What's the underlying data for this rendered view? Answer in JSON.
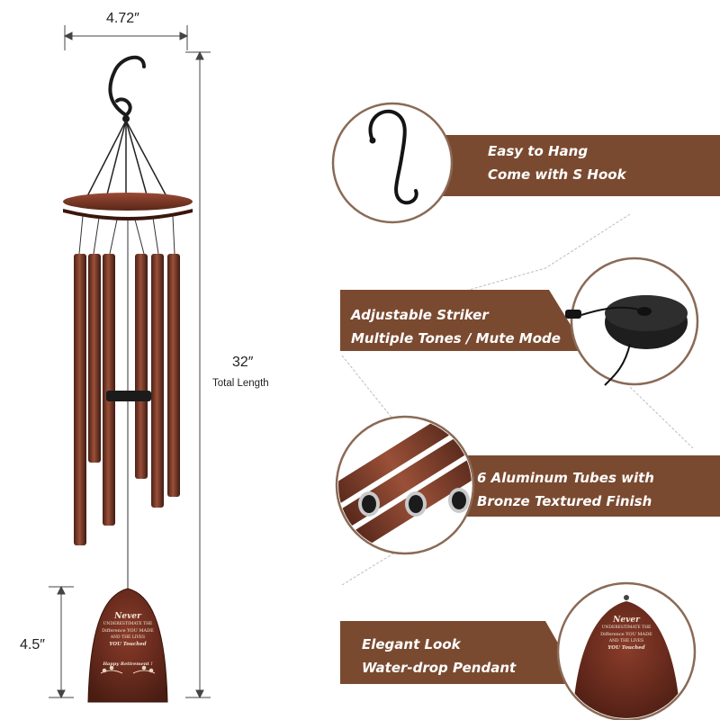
{
  "dimensions": {
    "width": "4.72″",
    "length": "32″",
    "length_label": "Total Length",
    "pendant_height": "4.5″"
  },
  "features": [
    {
      "line1": "Easy to Hang",
      "line2": "Come with S Hook"
    },
    {
      "line1": "Adjustable Striker",
      "line2": "Multiple Tones / Mute Mode"
    },
    {
      "line1": "6 Aluminum Tubes with",
      "line2": "Bronze Textured Finish"
    },
    {
      "line1": "Elegant  Look",
      "line2": "Water-drop Pendant"
    }
  ],
  "pendant": {
    "l1": "Never",
    "l2": "UNDERESTIMATE THE",
    "l3": "Difference YOU MADE",
    "l4": "AND THE LIVES",
    "l5": "YOU Touched",
    "l6": "Happy Retirement !"
  },
  "colors": {
    "banner": "#7a4a30",
    "bronze": "#7b3b2a",
    "circle_border": "#8a6a56",
    "zigzag": "#b8b8b8"
  }
}
